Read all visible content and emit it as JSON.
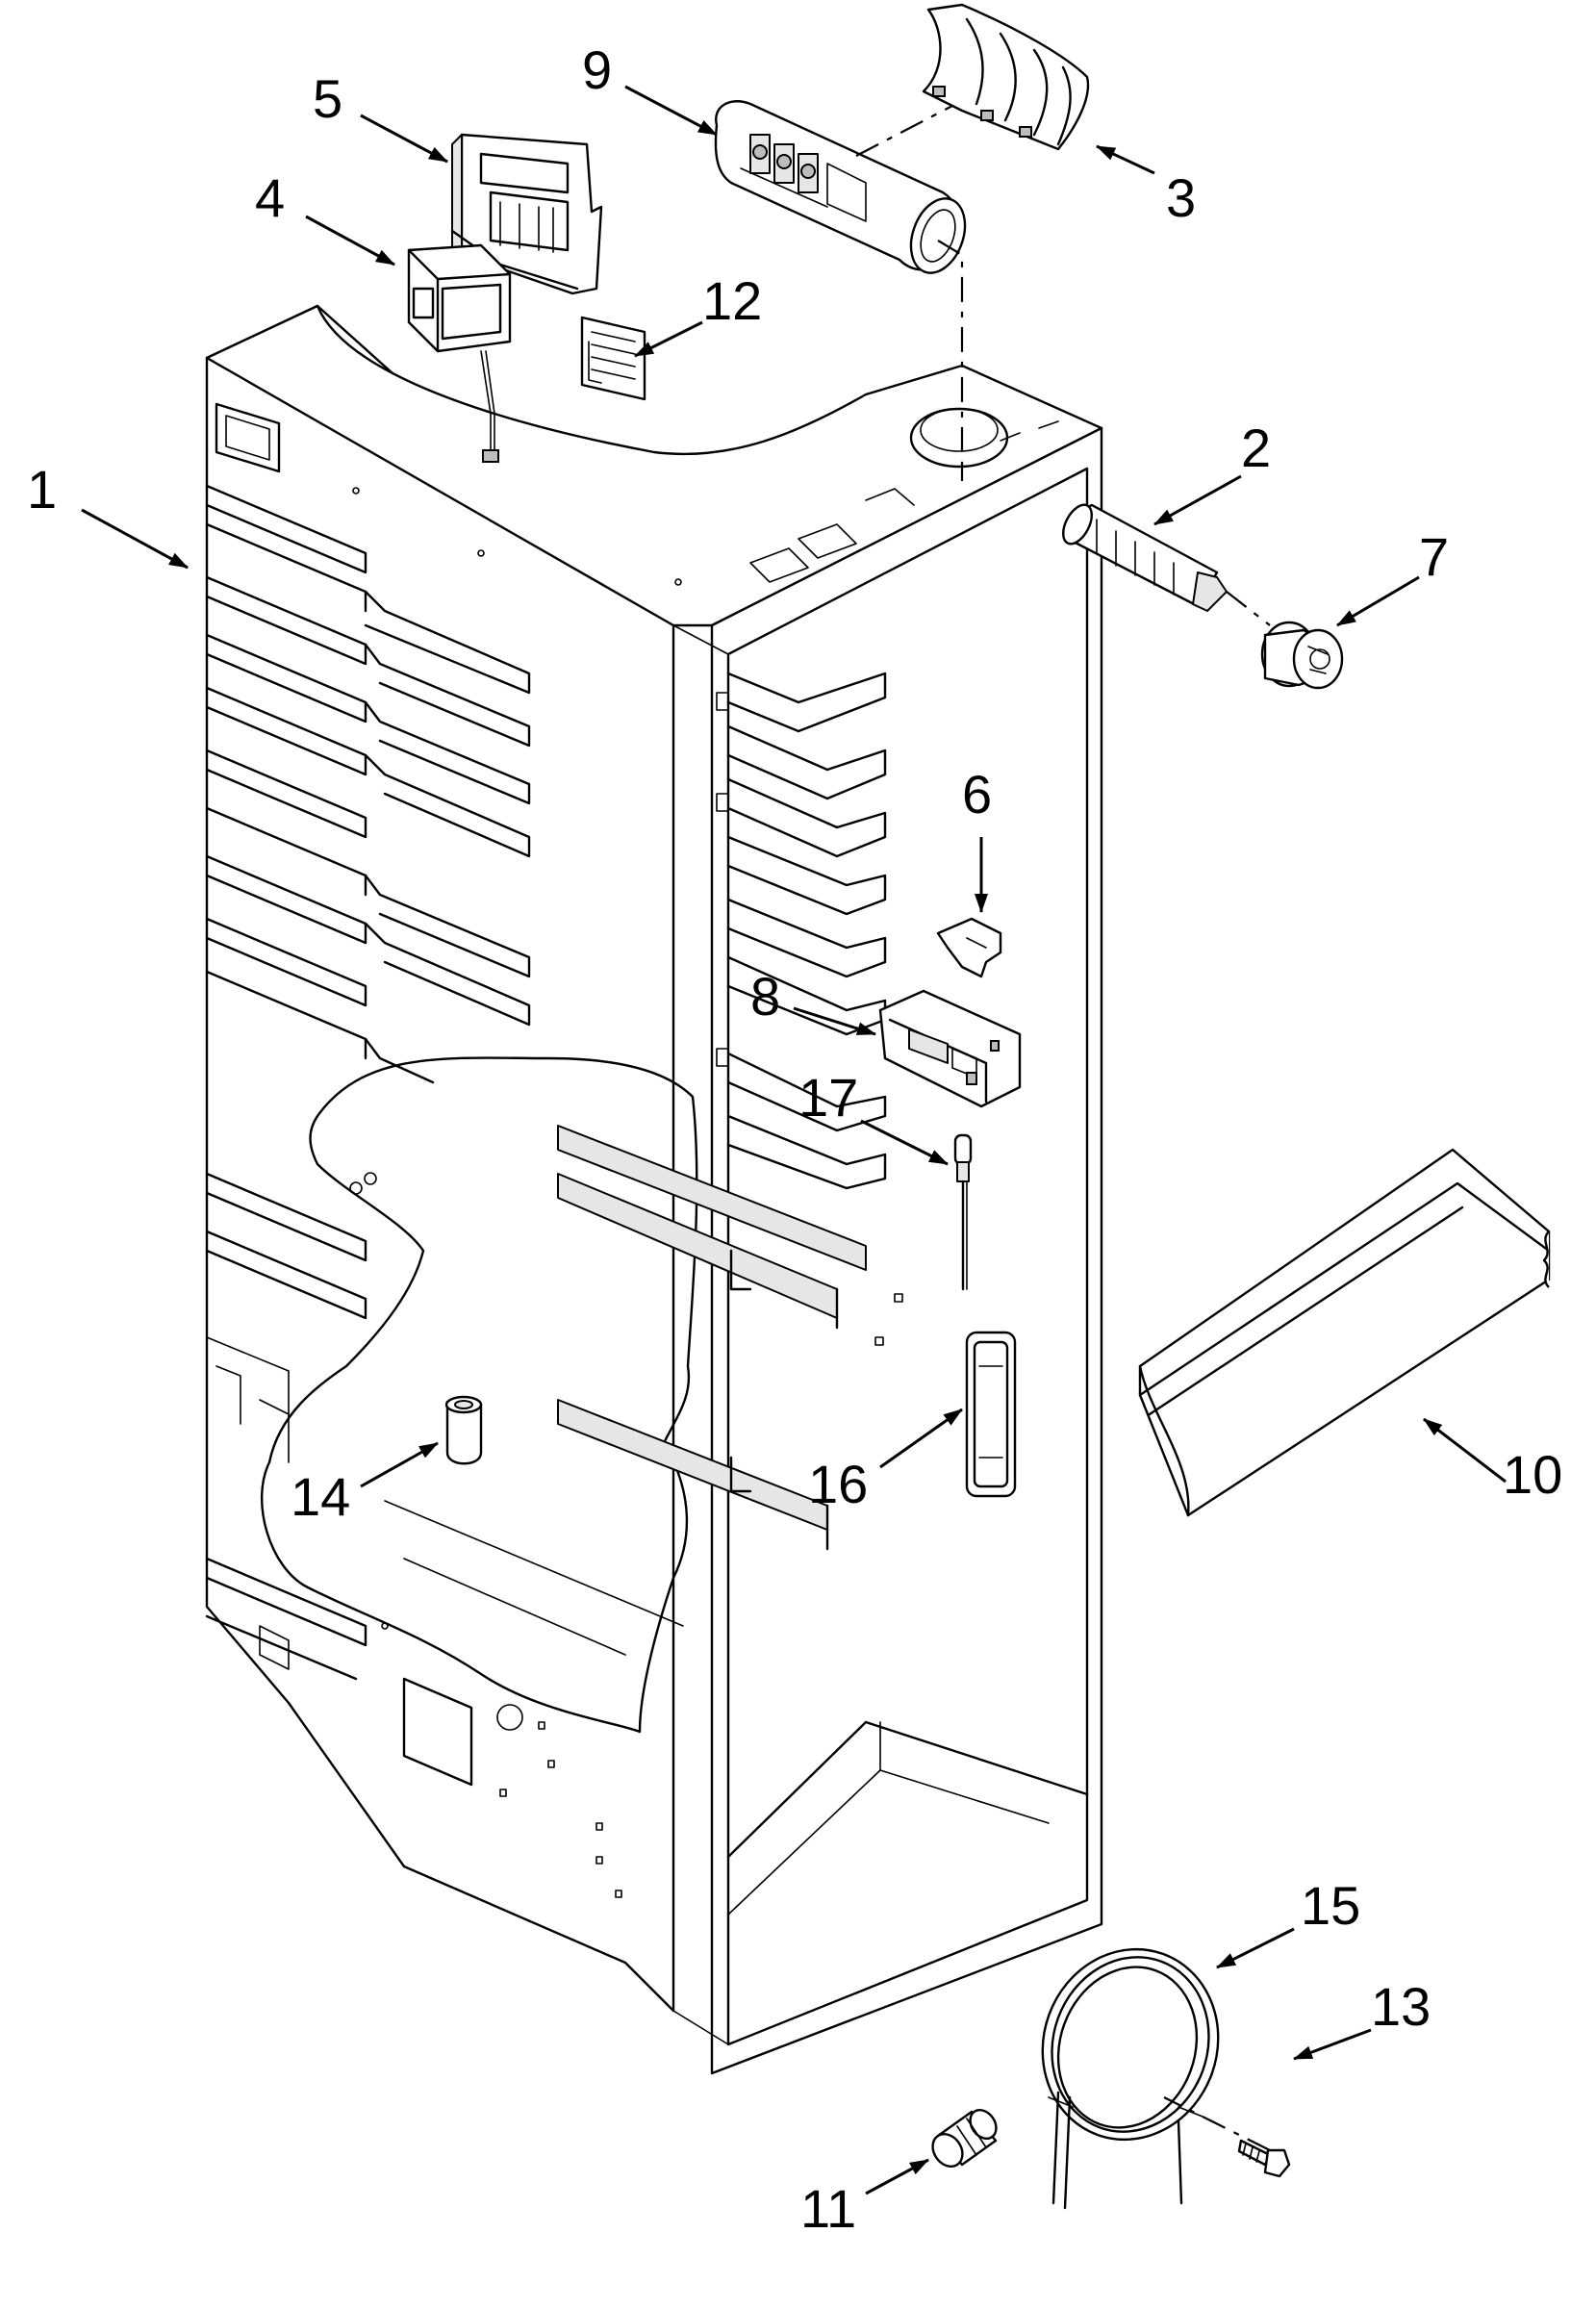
{
  "callouts": [
    {
      "id": "1",
      "label": "1"
    },
    {
      "id": "2",
      "label": "2"
    },
    {
      "id": "3",
      "label": "3"
    },
    {
      "id": "4",
      "label": "4"
    },
    {
      "id": "5",
      "label": "5"
    },
    {
      "id": "6",
      "label": "6"
    },
    {
      "id": "7",
      "label": "7"
    },
    {
      "id": "8",
      "label": "8"
    },
    {
      "id": "9",
      "label": "9"
    },
    {
      "id": "10",
      "label": "10"
    },
    {
      "id": "11",
      "label": "11"
    },
    {
      "id": "12",
      "label": "12"
    },
    {
      "id": "13",
      "label": "13"
    },
    {
      "id": "14",
      "label": "14"
    },
    {
      "id": "15",
      "label": "15"
    },
    {
      "id": "16",
      "label": "16"
    },
    {
      "id": "17",
      "label": "17"
    }
  ],
  "colors": {
    "line": "#000000",
    "background": "#ffffff",
    "shade": "#e6e6e6"
  }
}
